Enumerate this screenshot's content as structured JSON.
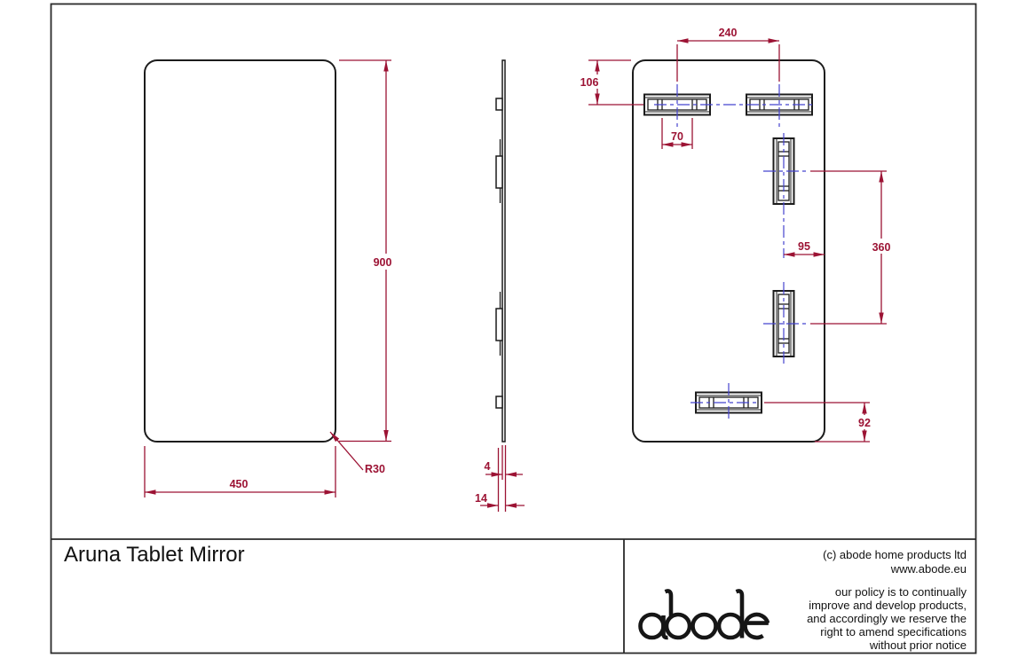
{
  "title_block": {
    "drawing_title": "Aruna Tablet Mirror",
    "copyright_line1": "(c) abode home products ltd",
    "copyright_line2": "www.abode.eu",
    "policy_lines": [
      "our policy is to continually",
      "improve and develop products,",
      "and accordingly we reserve the",
      "right to amend specifications",
      "without prior notice"
    ]
  },
  "brand": {
    "logo_text": "abode"
  },
  "colors": {
    "dimension": "#9c1334",
    "centerline": "#4543cf",
    "outline": "#1c1c1c",
    "border": "#2a2a2a"
  },
  "dimensions": {
    "front": {
      "height": "900",
      "width": "450",
      "corner_radius": "R30"
    },
    "side": {
      "glass_thickness": "4",
      "overall_depth": "14"
    },
    "rear": {
      "top_fixing_spacing": "240",
      "top_fixing_offset": "106",
      "slot_spacing": "70",
      "side_fixing_inset": "95",
      "side_fixing_spacing": "360",
      "bottom_fixing_offset": "92"
    }
  }
}
